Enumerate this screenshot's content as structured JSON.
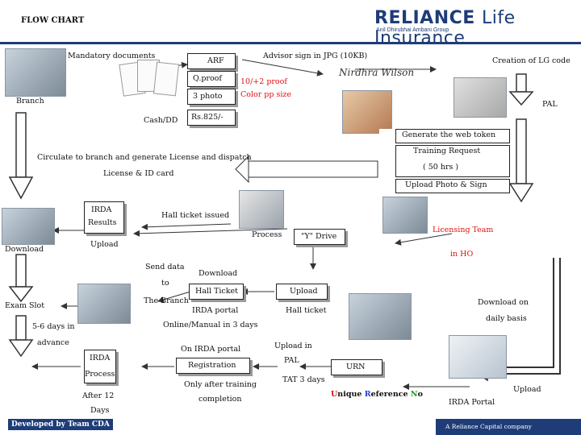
{
  "header": {
    "title": "FLOW CHART",
    "logo_brand": "RELIANCE",
    "logo_life": "Life Insurance",
    "logo_group": "Anil Dhirubhai Ambani Group"
  },
  "labels": {
    "mandatory_docs": "Mandatory documents",
    "branch": "Branch",
    "cash_dd": "Cash/DD",
    "arf": "ARF",
    "qproof": "Q.proof",
    "photo3": "3 photo",
    "fee": "Rs.825/-",
    "advisor_sign": "Advisor sign in JPG (10KB)",
    "proof_10": "10/+2 proof",
    "color_pp": "Color  pp size",
    "signature": "Nirdhra Wilson",
    "creation_lg": "Creation of LG code",
    "pal_top": "PAL",
    "token_line1": "Generate the web token",
    "token_line2": "Training Request",
    "token_line3": "( 50 hrs )",
    "token_line4": "Upload Photo & Sign",
    "circulate_line1": "Circulate to branch and generate License and dispatch",
    "circulate_line2": "License & ID card",
    "irda_results_1": "IRDA",
    "irda_results_2": "Results",
    "hall_ticket_issued": "Hall ticket issued",
    "download_left": "Download",
    "upload_left": "Upload",
    "process": "Process",
    "y_drive": "\"Y\" Drive",
    "licensing_team": "Licensing Team",
    "in_ho": "in HO",
    "send_data_1": "Send data",
    "send_data_2": "to",
    "send_data_3": "The Branch",
    "download_mid": "Download",
    "hall_ticket_mid": "Hall Ticket",
    "irda_portal_mid": "IRDA portal",
    "online_manual": "Online/Manual in 3 days",
    "upload_mid": "Upload",
    "hall_ticket_r": "Hall ticket",
    "download_on_1": "Download on",
    "download_on_2": "daily basis",
    "exam_slot": "Exam Slot",
    "days_1": "5-6 days in",
    "days_2": "advance",
    "irda_process_1": "IRDA",
    "irda_process_2": "Process",
    "after_12_1": "After 12",
    "after_12_2": "Days",
    "on_irda_portal": "On IRDA portal",
    "registration": "Registration",
    "only_after_1": "Only after training",
    "only_after_2": "completion",
    "upload_in": "Upload in",
    "pal_mid": "PAL",
    "tat": "TAT 3 days",
    "urn": "URN",
    "unique_ref_u": "U",
    "unique_ref_1": "nique ",
    "unique_ref_r": "R",
    "unique_ref_2": "eference ",
    "unique_ref_n": "N",
    "unique_ref_3": "o",
    "irda_portal_br": "IRDA Portal",
    "upload_br": "Upload"
  },
  "footer": {
    "left": "Developed by Team CDA",
    "right": "A Reliance Capital company"
  },
  "colors": {
    "brand_blue": "#1e3c78",
    "red_text": "#e01010",
    "urn_blue": "#1f3fd0",
    "urn_green": "#1c9c1c"
  }
}
